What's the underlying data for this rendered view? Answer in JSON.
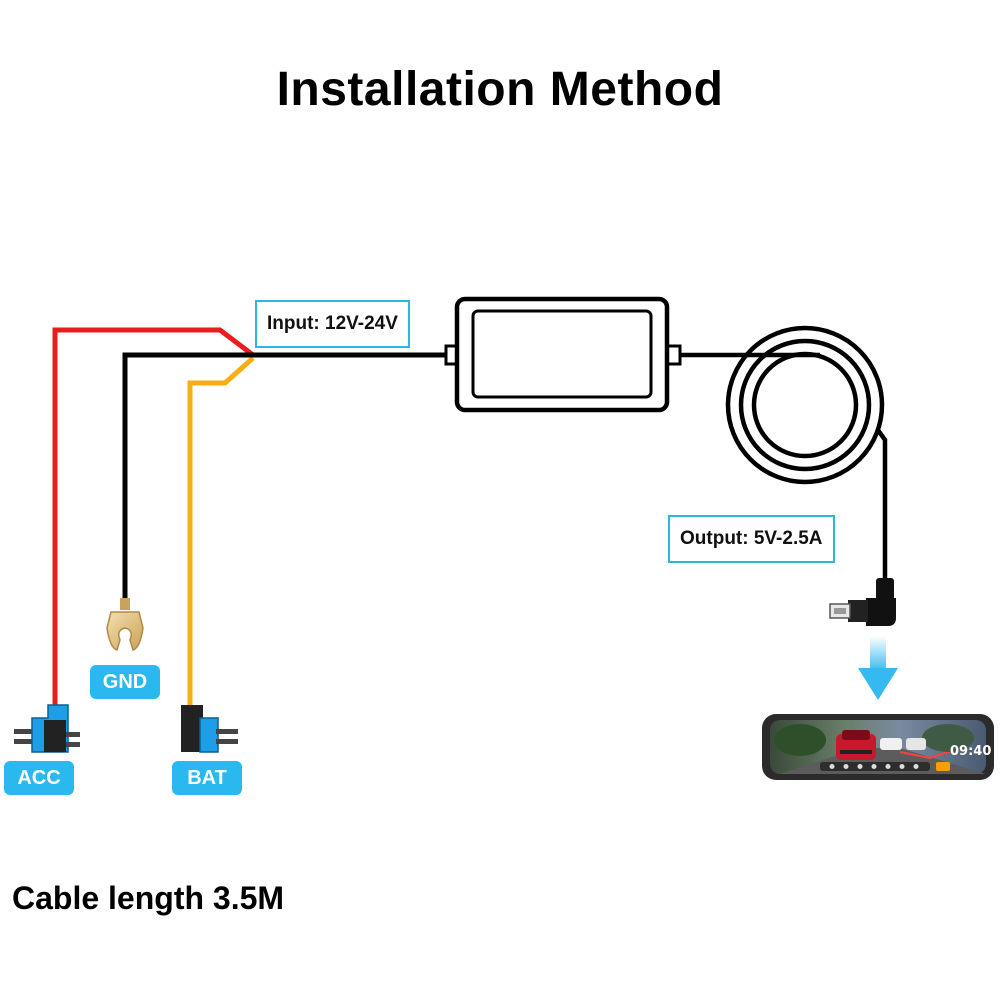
{
  "title": "Installation Method",
  "input_label": "Input: 12V-24V",
  "output_label": "Output: 5V-2.5A",
  "terminals": {
    "acc": "ACC",
    "gnd": "GND",
    "bat": "BAT"
  },
  "mirror_screen_time": "09:40",
  "cable_length": "Cable length 3.5M",
  "colors": {
    "acc_wire": "#e81e1e",
    "gnd_wire": "#000000",
    "bat_wire": "#f5ae14",
    "callout_border": "#2ab7e0",
    "badge": "#2ab9ee",
    "fuse_tap": "#1f9ee8"
  },
  "icons": [
    "step-down-converter-box",
    "coiled-cable",
    "mini-usb-plug-icon",
    "ring-terminal-icon",
    "fuse-tap-icon",
    "down-arrow-icon",
    "rearview-mirror-dashcam-icon"
  ]
}
